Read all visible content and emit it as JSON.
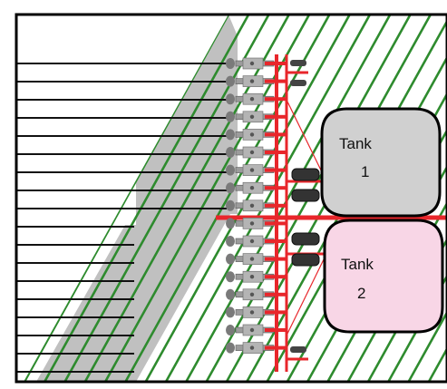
{
  "tanks": [
    {
      "label_line1": "Tank",
      "label_line2": "1",
      "fill": "#d0d0d0"
    },
    {
      "label_line1": "Tank",
      "label_line2": "2",
      "fill": "#f8d6e6"
    }
  ],
  "colors": {
    "stripe": "#2e8b2e",
    "frame": "#e8262b",
    "row_lines": "#111111",
    "shade": "#c0c0c0",
    "tank_border": "#000000",
    "border": "#000000"
  },
  "icons": {
    "tank1": "tank-icon",
    "tank2": "tank-icon",
    "wheel": "wheel-icon",
    "shank": "shank-icon"
  }
}
